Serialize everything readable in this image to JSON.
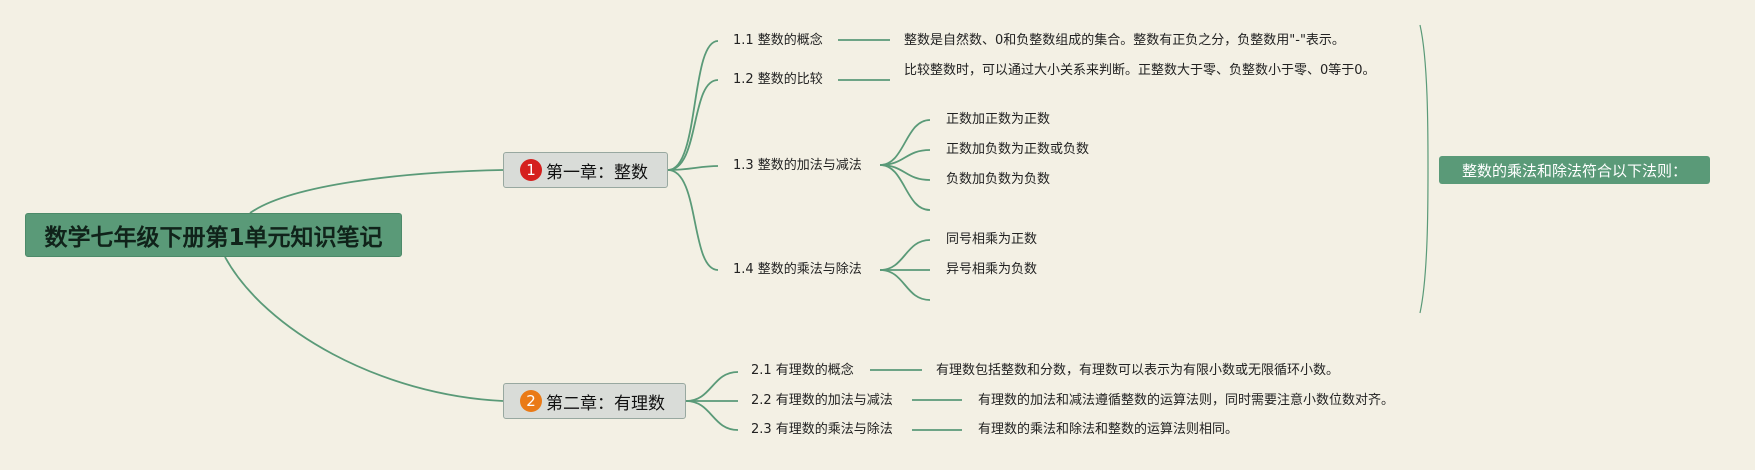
{
  "root": {
    "title": "数学七年级下册第1单元知识笔记"
  },
  "chapters": [
    {
      "badge": "1",
      "title": "第一章：整数",
      "topics": [
        {
          "label": "1.1 整数的概念",
          "details": [
            "整数是自然数、0和负整数组成的集合。整数有正负之分，负整数用\"-\"表示。"
          ]
        },
        {
          "label": "1.2 整数的比较",
          "details": [
            "比较整数时，可以通过大小关系来判断。正整数大于零、负整数小于零、0等于0。"
          ]
        },
        {
          "label": "1.3 整数的加法与减法",
          "details": [
            "正数加正数为正数",
            "正数加负数为正数或负数",
            "负数加负数为负数"
          ]
        },
        {
          "label": "1.4 整数的乘法与除法",
          "details": [
            "同号相乘为正数",
            "异号相乘为负数"
          ]
        }
      ]
    },
    {
      "badge": "2",
      "title": "第二章：有理数",
      "topics": [
        {
          "label": "2.1 有理数的概念",
          "details": [
            "有理数包括整数和分数，有理数可以表示为有限小数或无限循环小数。"
          ]
        },
        {
          "label": "2.2 有理数的加法与减法",
          "details": [
            "有理数的加法和减法遵循整数的运算法则，同时需要注意小数位数对齐。"
          ]
        },
        {
          "label": "2.3 有理数的乘法与除法",
          "details": [
            "有理数的乘法和除法和整数的运算法则相同。"
          ]
        }
      ]
    }
  ],
  "summary": {
    "label": "整数的乘法和除法符合以下法则："
  },
  "colors": {
    "line": "#5a9a78",
    "root": "#5a9a78",
    "badge1": "#d5201e",
    "badge2": "#ea7a16"
  }
}
